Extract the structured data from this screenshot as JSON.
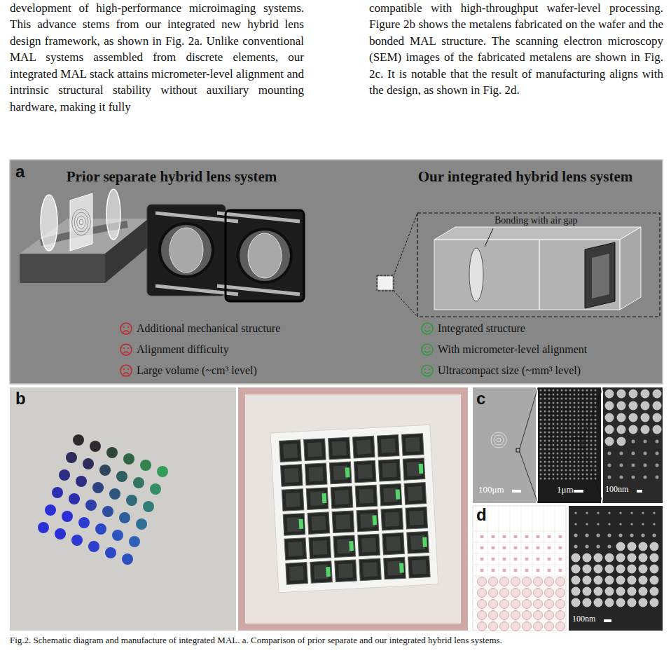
{
  "diagram": {
    "caption": "Fig.2. Schematic diagram and manufacture of integrated MAL. a. Comparison of prior separate and our integrated hybrid lens systems.",
    "labels": [
      "development of high-performance microimaging systems. This advance stems from our integrated new hybrid lens design framework, as shown in Fig. 2a. Unlike conventional MAL systems assembled from discrete elements, our integrated MAL stack attains micrometer-level alignment and intrinsic structural stability without auxiliary mounting hardware, making it fully",
      "compatible with high-throughput wafer-level processing. Figure 2b shows the metalens fabricated on the wafer and the bonded MAL structure. The scanning electron microscopy (SEM) images of the fabricated metalens are shown in Fig. 2c. It is notable that the result of manufacturing aligns with the design, as shown in Fig. 2d.",
      "a",
      "Prior separate hybrid lens system",
      "Our integrated hybrid lens system",
      "Bonding with air gap",
      "Additional mechanical structure",
      "Alignment difficulty",
      "Large volume (~cm³ level)",
      "Integrated structure",
      "With micrometer-level alignment",
      "Ultracompact size (~mm³ level)",
      "b",
      "c",
      "100μm",
      "1μm",
      "100nm",
      "d",
      "100nm"
    ]
  }
}
